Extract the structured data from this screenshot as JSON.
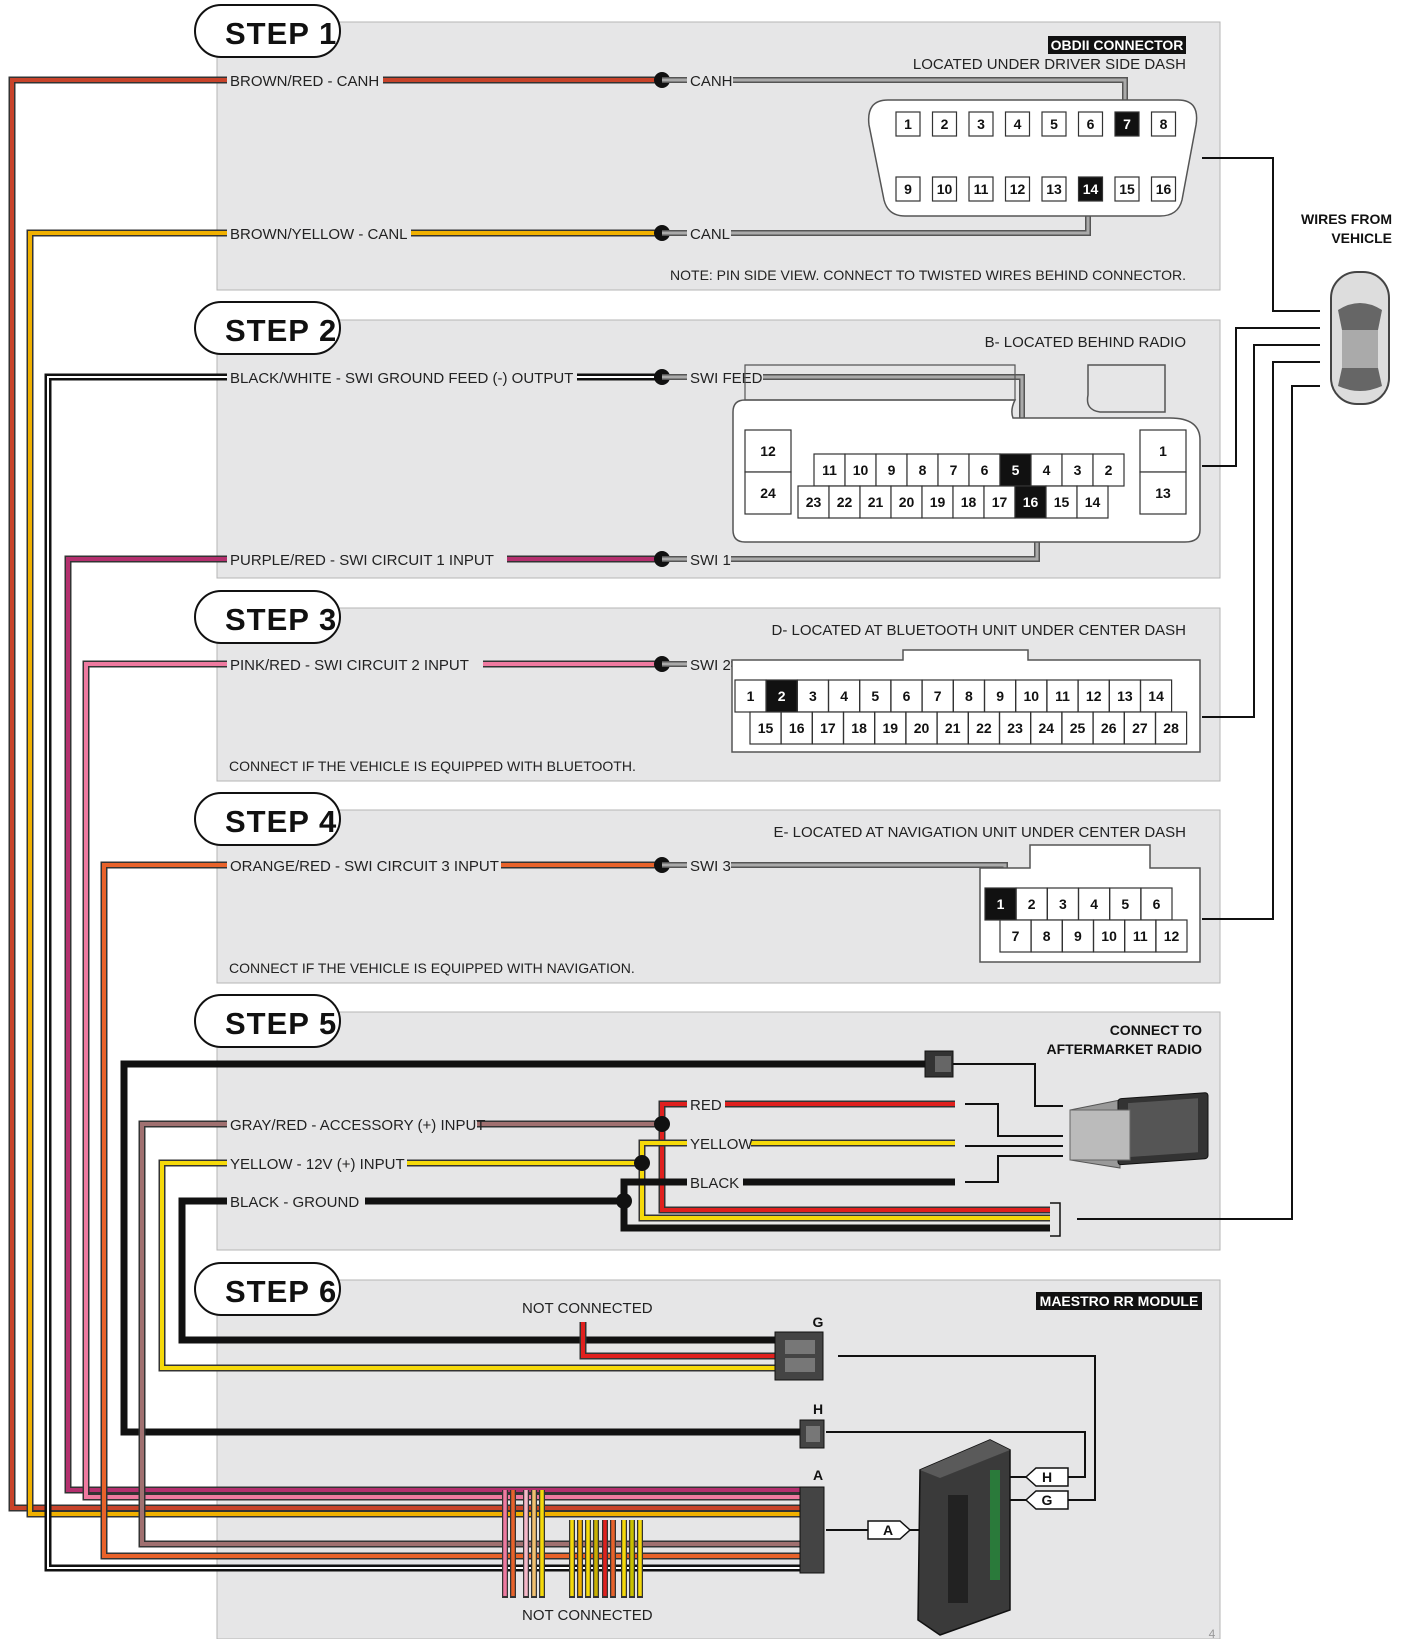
{
  "steps": {
    "s1": {
      "title": "STEP 1",
      "tag": "OBDII CONNECTOR",
      "location": "LOCATED UNDER DRIVER SIDE DASH",
      "note": "NOTE: PIN SIDE VIEW. CONNECT TO TWISTED WIRES BEHIND CONNECTOR.",
      "wire1": "BROWN/RED - CANH",
      "end1": "CANH",
      "wire2": "BROWN/YELLOW - CANL",
      "end2": "CANL"
    },
    "s2": {
      "title": "STEP 2",
      "location": "B- LOCATED BEHIND RADIO",
      "wire1": "BLACK/WHITE - SWI GROUND FEED (-) OUTPUT",
      "end1": "SWI FEED",
      "wire2": "PURPLE/RED  - SWI CIRCUIT 1 INPUT",
      "end2": "SWI 1"
    },
    "s3": {
      "title": "STEP 3",
      "location": "D- LOCATED AT BLUETOOTH UNIT UNDER CENTER DASH",
      "wire1": "PINK/RED  - SWI CIRCUIT 2 INPUT",
      "end1": "SWI 2",
      "note": "CONNECT IF THE VEHICLE IS EQUIPPED WITH BLUETOOTH."
    },
    "s4": {
      "title": "STEP 4",
      "location": "E- LOCATED AT NAVIGATION UNIT UNDER CENTER DASH",
      "wire1": "ORANGE/RED - SWI CIRCUIT 3 INPUT",
      "end1": "SWI 3",
      "note": "CONNECT IF THE VEHICLE IS EQUIPPED WITH NAVIGATION."
    },
    "s5": {
      "title": "STEP 5",
      "heading1": "CONNECT TO",
      "heading2": "AFTERMARKET RADIO",
      "wire_acc": "GRAY/RED - ACCESSORY (+) INPUT",
      "wire_12v": "YELLOW - 12V (+) INPUT",
      "wire_gnd": "BLACK - GROUND",
      "out_red": "RED",
      "out_yellow": "YELLOW",
      "out_black": "BLACK"
    },
    "s6": {
      "title": "STEP 6",
      "tag": "MAESTRO RR MODULE",
      "nc_top": "NOT CONNECTED",
      "nc_bottom": "NOT CONNECTED",
      "conn_g": "G",
      "conn_h": "H",
      "conn_a": "A"
    }
  },
  "vehicle": {
    "line1": "WIRES FROM",
    "line2": "VEHICLE"
  },
  "obd_pins": {
    "top": [
      "1",
      "2",
      "3",
      "4",
      "5",
      "6",
      "7",
      "8"
    ],
    "bottom": [
      "9",
      "10",
      "11",
      "12",
      "13",
      "14",
      "15",
      "16"
    ],
    "highlight": [
      "7",
      "14"
    ]
  },
  "radio_b_pins": {
    "left": [
      "12",
      "24"
    ],
    "right": [
      "1",
      "13"
    ],
    "top": [
      "11",
      "10",
      "9",
      "8",
      "7",
      "6",
      "5",
      "4",
      "3",
      "2"
    ],
    "bottom": [
      "23",
      "22",
      "21",
      "20",
      "19",
      "18",
      "17",
      "16",
      "15",
      "14"
    ],
    "highlight": [
      "5",
      "16"
    ]
  },
  "bt_d_pins": {
    "top": [
      "1",
      "2",
      "3",
      "4",
      "5",
      "6",
      "7",
      "8",
      "9",
      "10",
      "11",
      "12",
      "13",
      "14"
    ],
    "bottom": [
      "15",
      "16",
      "17",
      "18",
      "19",
      "20",
      "21",
      "22",
      "23",
      "24",
      "25",
      "26",
      "27",
      "28"
    ],
    "highlight": [
      "2"
    ]
  },
  "nav_e_pins": {
    "top": [
      "1",
      "2",
      "3",
      "4",
      "5",
      "6"
    ],
    "bottom": [
      "7",
      "8",
      "9",
      "10",
      "11",
      "12"
    ],
    "highlight": [
      "1"
    ]
  },
  "page_number": "4",
  "colors": {
    "brown_red": "#c8432a",
    "yellow": "#f5d90a",
    "orange": "#e8622a",
    "purple": "#b4306e",
    "pink": "#ef7aa0",
    "black": "#111111",
    "gray": "#8a8a8a",
    "red": "#e0201e",
    "panel": "#e6e6e7"
  }
}
